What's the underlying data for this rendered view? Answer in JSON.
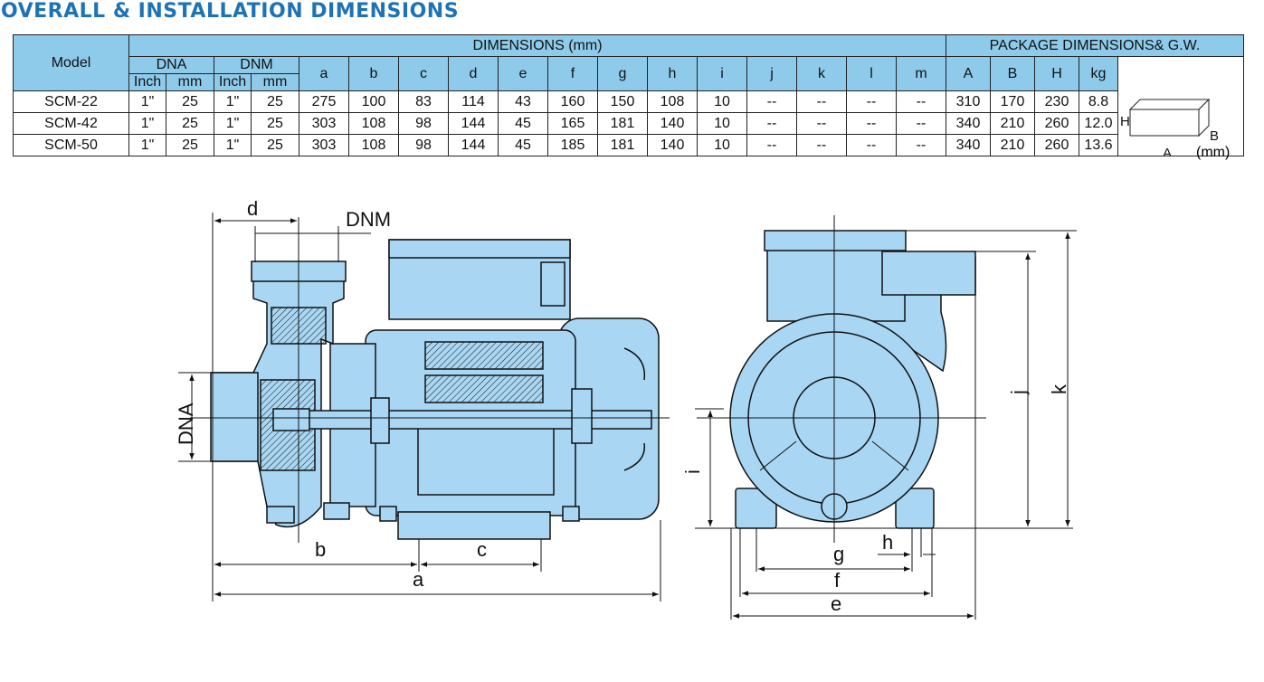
{
  "title": "OVERALL & INSTALLATION DIMENSIONS",
  "table": {
    "model_header": "Model",
    "dimensions_header": "DIMENSIONS (mm)",
    "package_header": "PACKAGE DIMENSIONS& G.W.",
    "dna_header": "DNA",
    "dnm_header": "DNM",
    "inch_label": "Inch",
    "mm_label": "mm",
    "dim_letters": [
      "a",
      "b",
      "c",
      "d",
      "e",
      "f",
      "g",
      "h",
      "i",
      "j",
      "k",
      "l",
      "m"
    ],
    "pkg_letters": [
      "A",
      "B",
      "H",
      "kg"
    ],
    "rows": [
      [
        "SCM-22",
        "1\"",
        "25",
        "1\"",
        "25",
        "275",
        "100",
        "83",
        "114",
        "43",
        "160",
        "150",
        "108",
        "10",
        "--",
        "--",
        "--",
        "--",
        "310",
        "170",
        "230",
        "8.8"
      ],
      [
        "SCM-42",
        "1\"",
        "25",
        "1\"",
        "25",
        "303",
        "108",
        "98",
        "144",
        "45",
        "165",
        "181",
        "140",
        "10",
        "--",
        "--",
        "--",
        "--",
        "340",
        "210",
        "260",
        "12.0"
      ],
      [
        "SCM-50",
        "1\"",
        "25",
        "1\"",
        "25",
        "303",
        "108",
        "98",
        "144",
        "45",
        "185",
        "181",
        "140",
        "10",
        "--",
        "--",
        "--",
        "--",
        "340",
        "210",
        "260",
        "13.6"
      ]
    ],
    "box_labels": {
      "h": "H",
      "b": "B",
      "a": "A",
      "unit": "(mm)"
    }
  },
  "drawing": {
    "side": {
      "d": "d",
      "dnm": "DNM",
      "dna": "DNA",
      "b": "b",
      "c": "c",
      "a": "a"
    },
    "front": {
      "i": "i",
      "j": "j",
      "k": "k",
      "g": "g",
      "h": "h",
      "f": "f",
      "e": "e"
    }
  },
  "colors": {
    "title": "#1E72B6",
    "header_fill": "#8ECBEB",
    "pump_fill": "#A9D7F3",
    "line": "#111111"
  }
}
